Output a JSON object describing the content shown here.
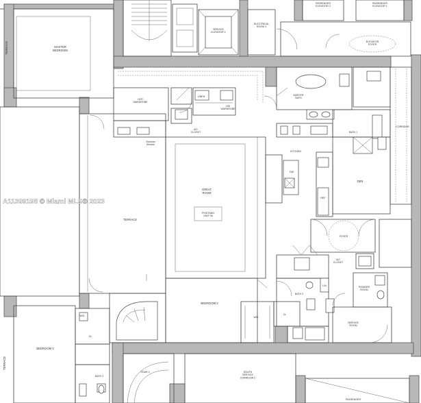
{
  "rooms": {
    "service_elevator_1": "SERVICE\nELEVATOR 1",
    "electrical_room_1": "ELECTRICAL\nROOM 1",
    "passenger_elevator_2": "PASSENGER\nELEVATOR 2",
    "passenger_elevator_1": "PASSENGER\nELEVATOR 1",
    "elevator_foyer": "ELEVATOR\nFOYER",
    "master_bedroom": "MASTER\nBEDROOM",
    "terrace_top": "TERRACE",
    "hcr_wardrobe": "HCR\nWARDROBE",
    "linen": "LINEN",
    "his_wardrobe": "HIS\nWARDROBE",
    "master_bath": "MASTER\nBATH",
    "ac_closet_top": "A/C\nCLOSET",
    "summer_kitchen": "Summer\nKitchen",
    "kitchen": "KITCHEN",
    "bath_1": "BATH 1",
    "corridor": "CORRIDOR",
    "den": "DEN",
    "great_room": "GREAT\nROOM",
    "unit_name": "POSITANO\nUNIT 06",
    "terrace_main": "TERRACE",
    "foyer": "FOYER",
    "ac_closet_mid": "A/C\nCLOSET",
    "powder_room": "POWDER\nROOM",
    "bath_2": "BATH 2",
    "bedroom_2": "BEDROOM 2",
    "wic": "WIC",
    "service_room": "SERVICE\nROOM",
    "bedroom_3": "BEDROOM 3",
    "terrace_bottom": "TERRACE",
    "bath_3": "BATH 3",
    "stair_4": "STAIR 4",
    "south_service_corridor_2": "SOUTH\nSERVICE\nCORRIDOR 2",
    "passenger_bottom": "PASSENGER"
  },
  "fixtures": {
    "wd": "W/D",
    "cl": "CL",
    "lin": "LIN",
    "ref": "REF",
    "dw": "DW"
  },
  "watermark": "A11399198 © Miami MLS® 2023"
}
